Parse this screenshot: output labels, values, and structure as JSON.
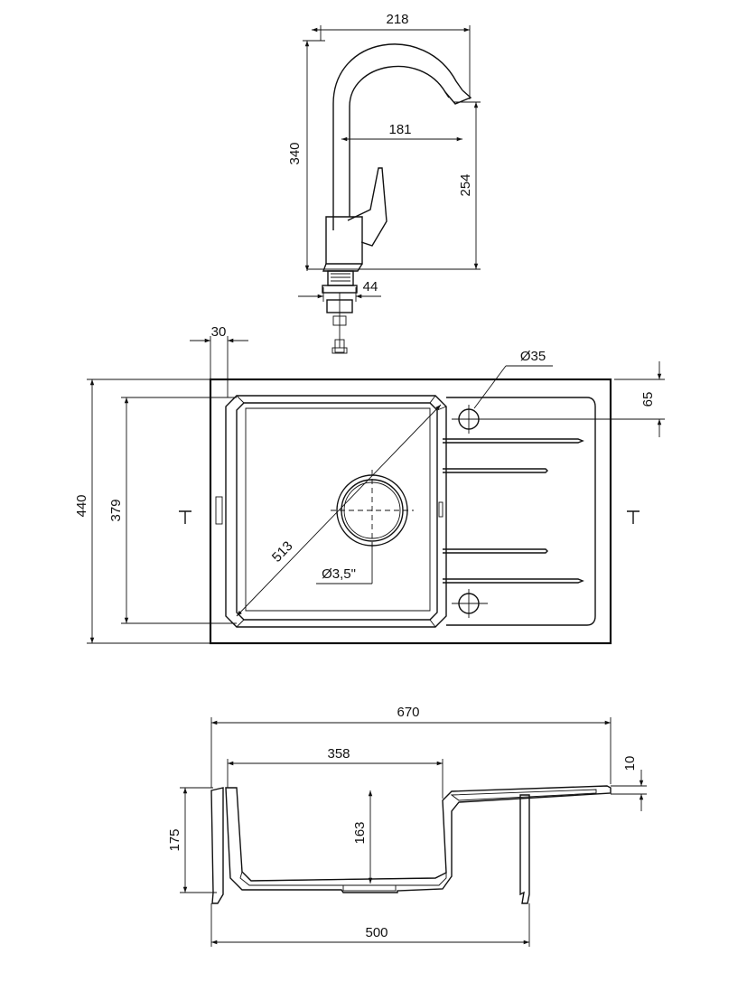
{
  "dimensions": {
    "faucet_reach_total": "218",
    "faucet_height": "340",
    "faucet_reach_spout": "181",
    "faucet_spout_height": "254",
    "faucet_base": "44",
    "sink_edge_offset": "30",
    "tap_hole_diameter": "Ø35",
    "tap_hole_offset": "65",
    "sink_width": "440",
    "bowl_width": "379",
    "bowl_diagonal": "513",
    "drain_diameter": "Ø3,5\"",
    "sink_length": "670",
    "bowl_length": "358",
    "rim_thickness": "10",
    "total_depth": "175",
    "bowl_depth": "163",
    "cabinet_min": "500"
  }
}
